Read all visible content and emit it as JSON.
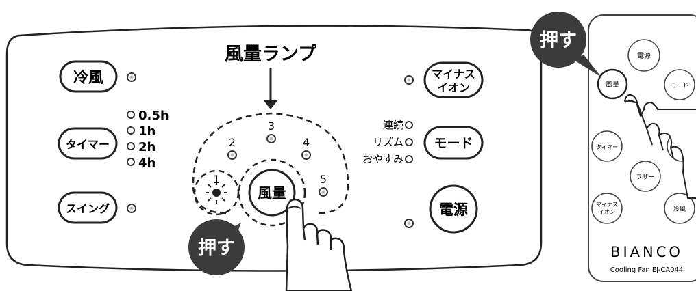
{
  "panel": {
    "lamp_title": "風量ランプ",
    "buttons": {
      "cool": "冷風",
      "timer": "タイマー",
      "swing": "スイング",
      "wind": "風量",
      "minus_ion_line1": "マイナス",
      "minus_ion_line2": "イオン",
      "mode": "モード",
      "power": "電源"
    },
    "timer_options": [
      "0.5h",
      "1h",
      "2h",
      "4h"
    ],
    "mode_options": [
      "連続",
      "リズム",
      "おやすみ"
    ],
    "speed_levels": [
      "1",
      "2",
      "3",
      "4",
      "5"
    ],
    "press_label": "押す"
  },
  "remote": {
    "press_label": "押す",
    "buttons": {
      "power": "電源",
      "wind": "風量",
      "mode": "モード",
      "timer": "タイマー",
      "buzzer": "ブザー",
      "minus_ion_line1": "マイナス",
      "minus_ion_line2": "イオン",
      "cool": "冷風"
    },
    "brand": "BIANCO",
    "model": "Cooling Fan EJ-CA044"
  }
}
